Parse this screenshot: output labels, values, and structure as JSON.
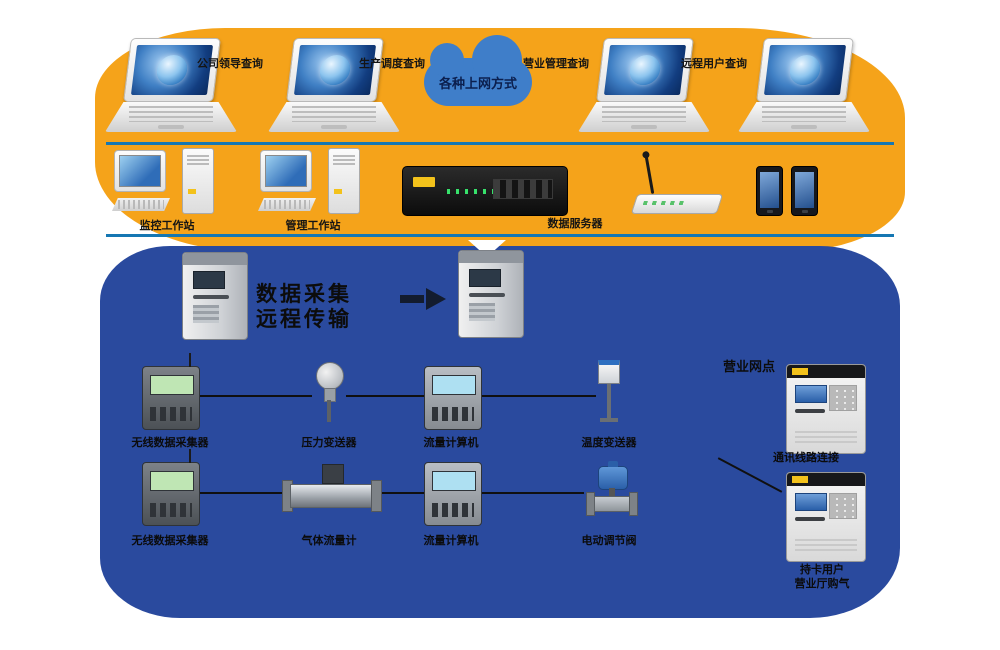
{
  "cloud": {
    "label": "各种上网方式"
  },
  "top": {
    "laptops": [
      {
        "label": "公司领导查询"
      },
      {
        "label": "生产调度查询"
      },
      {
        "label": "营业管理查询"
      },
      {
        "label": "远程用户查询"
      }
    ]
  },
  "middle": {
    "workstation1_label": "监控工作站",
    "workstation2_label": "管理工作站",
    "server_label": "数据服务器"
  },
  "blue": {
    "transfer_line1": "数据采集",
    "transfer_line2": "远程传输",
    "row1": [
      {
        "label": "无线数据采集器"
      },
      {
        "label": "压力变送器"
      },
      {
        "label": "流量计算机"
      },
      {
        "label": "温度变送器"
      }
    ],
    "row2": [
      {
        "label": "无线数据采集器"
      },
      {
        "label": "气体流量计"
      },
      {
        "label": "流量计算机"
      },
      {
        "label": "电动调节阀"
      }
    ],
    "right": {
      "title": "营业网点",
      "mid_note": "通讯线路连接",
      "note_line1": "持卡用户",
      "note_line2": "营业厅购气"
    }
  },
  "colors": {
    "orange": "#F5A31A",
    "blue": "#2A4A9E",
    "bus_line": "#1577B3",
    "cloud": "#3F7EC9",
    "accent_yellow": "#F3C21B"
  }
}
